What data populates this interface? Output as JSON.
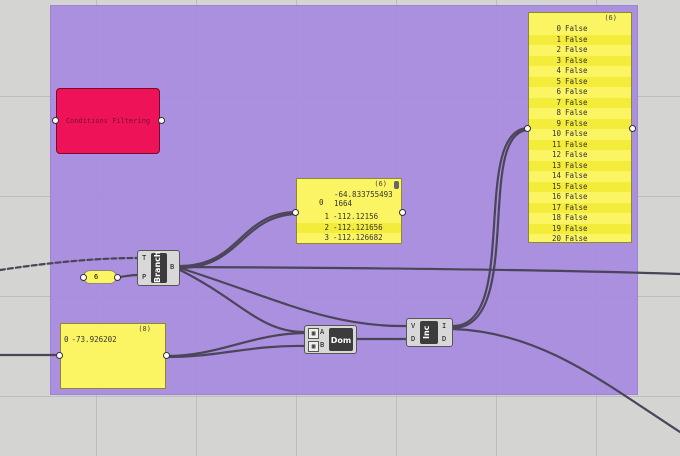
{
  "colors": {
    "group": "#a78be0",
    "panel": "#fbf564",
    "panel_alt": "#f4ec3a",
    "wire": "#4a4558",
    "red_component": "#ee1358",
    "canvas": "#d4d4d2"
  },
  "red_component": {
    "label": "Conditions Filtering"
  },
  "slider": {
    "value": "6"
  },
  "branch": {
    "label": "Branch",
    "input_t": "T",
    "input_p": "P",
    "output": "B"
  },
  "dom": {
    "label": "Dom",
    "input_a": "A",
    "input_b": "B"
  },
  "inc": {
    "label": "Inc",
    "input_v": "V",
    "input_d": "D",
    "output_i": "I",
    "output_d": "D"
  },
  "panel_top": {
    "count": "(6)",
    "rows": [
      {
        "index": "0",
        "value": "-64.8337554931664"
      },
      {
        "index": "1",
        "value": "-112.12156"
      },
      {
        "index": "2",
        "value": "-112.121656"
      },
      {
        "index": "3",
        "value": "-112.126682"
      }
    ]
  },
  "panel_bottom": {
    "count": "(8)",
    "rows": [
      {
        "index": "0",
        "value": "-73.926202"
      }
    ]
  },
  "panel_right": {
    "count": "(6)",
    "rows": [
      {
        "index": "0",
        "value": "False"
      },
      {
        "index": "1",
        "value": "False"
      },
      {
        "index": "2",
        "value": "False"
      },
      {
        "index": "3",
        "value": "False"
      },
      {
        "index": "4",
        "value": "False"
      },
      {
        "index": "5",
        "value": "False"
      },
      {
        "index": "6",
        "value": "False"
      },
      {
        "index": "7",
        "value": "False"
      },
      {
        "index": "8",
        "value": "False"
      },
      {
        "index": "9",
        "value": "False"
      },
      {
        "index": "10",
        "value": "False"
      },
      {
        "index": "11",
        "value": "False"
      },
      {
        "index": "12",
        "value": "False"
      },
      {
        "index": "13",
        "value": "False"
      },
      {
        "index": "14",
        "value": "False"
      },
      {
        "index": "15",
        "value": "False"
      },
      {
        "index": "16",
        "value": "False"
      },
      {
        "index": "17",
        "value": "False"
      },
      {
        "index": "18",
        "value": "False"
      },
      {
        "index": "19",
        "value": "False"
      },
      {
        "index": "20",
        "value": "False"
      }
    ]
  }
}
